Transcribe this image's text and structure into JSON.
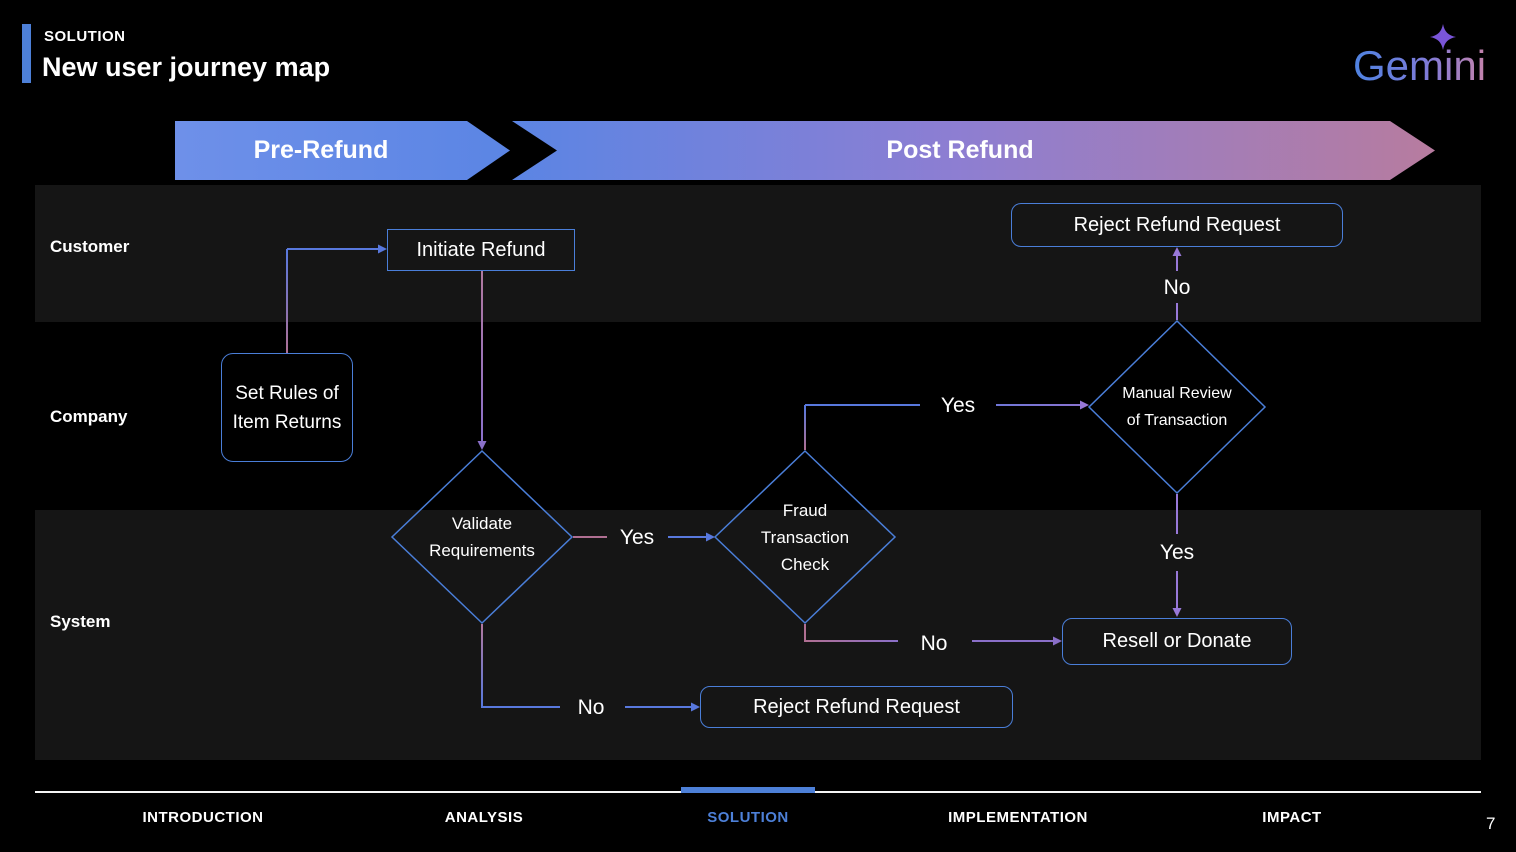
{
  "header": {
    "eyebrow": "SOLUTION",
    "title": "New user journey map",
    "logo": "Gemini"
  },
  "banner": {
    "pre": "Pre-Refund",
    "post": "Post Refund"
  },
  "lanes": [
    {
      "label": "Customer"
    },
    {
      "label": "Company"
    },
    {
      "label": "System"
    }
  ],
  "nodes": {
    "initiate_refund": "Initiate Refund",
    "reject_refund_top": "Reject Refund Request",
    "set_rules": "Set Rules of Item Returns",
    "validate": "Validate Requirements",
    "fraud_check": "Fraud Transaction Check",
    "manual_review": "Manual Review of Transaction",
    "resell": "Resell or Donate",
    "reject_refund_bottom": "Reject Refund Request"
  },
  "edges": {
    "validate_yes": "Yes",
    "validate_no": "No",
    "fraud_yes": "Yes",
    "fraud_no": "No",
    "manual_no": "No",
    "manual_yes": "Yes"
  },
  "footer": {
    "items": [
      "INTRODUCTION",
      "ANALYSIS",
      "SOLUTION",
      "IMPLEMENTATION",
      "IMPACT"
    ],
    "active": "SOLUTION",
    "page_number": "7"
  },
  "colors": {
    "accent_blue": "#4d80d8",
    "node_border": "#4a7ed8",
    "arrow_blue": "#5878dd",
    "arrow_purple": "#8a6fc8",
    "arrow_purple_light": "#9878d8",
    "arrow_pink": "#b06f92",
    "lane_bg": "#151515",
    "banner_blue": "#5b85e4",
    "banner_blue_light": "#6e90e9",
    "banner_purple": "#8d7ed2",
    "banner_pink": "#b77c9f"
  }
}
